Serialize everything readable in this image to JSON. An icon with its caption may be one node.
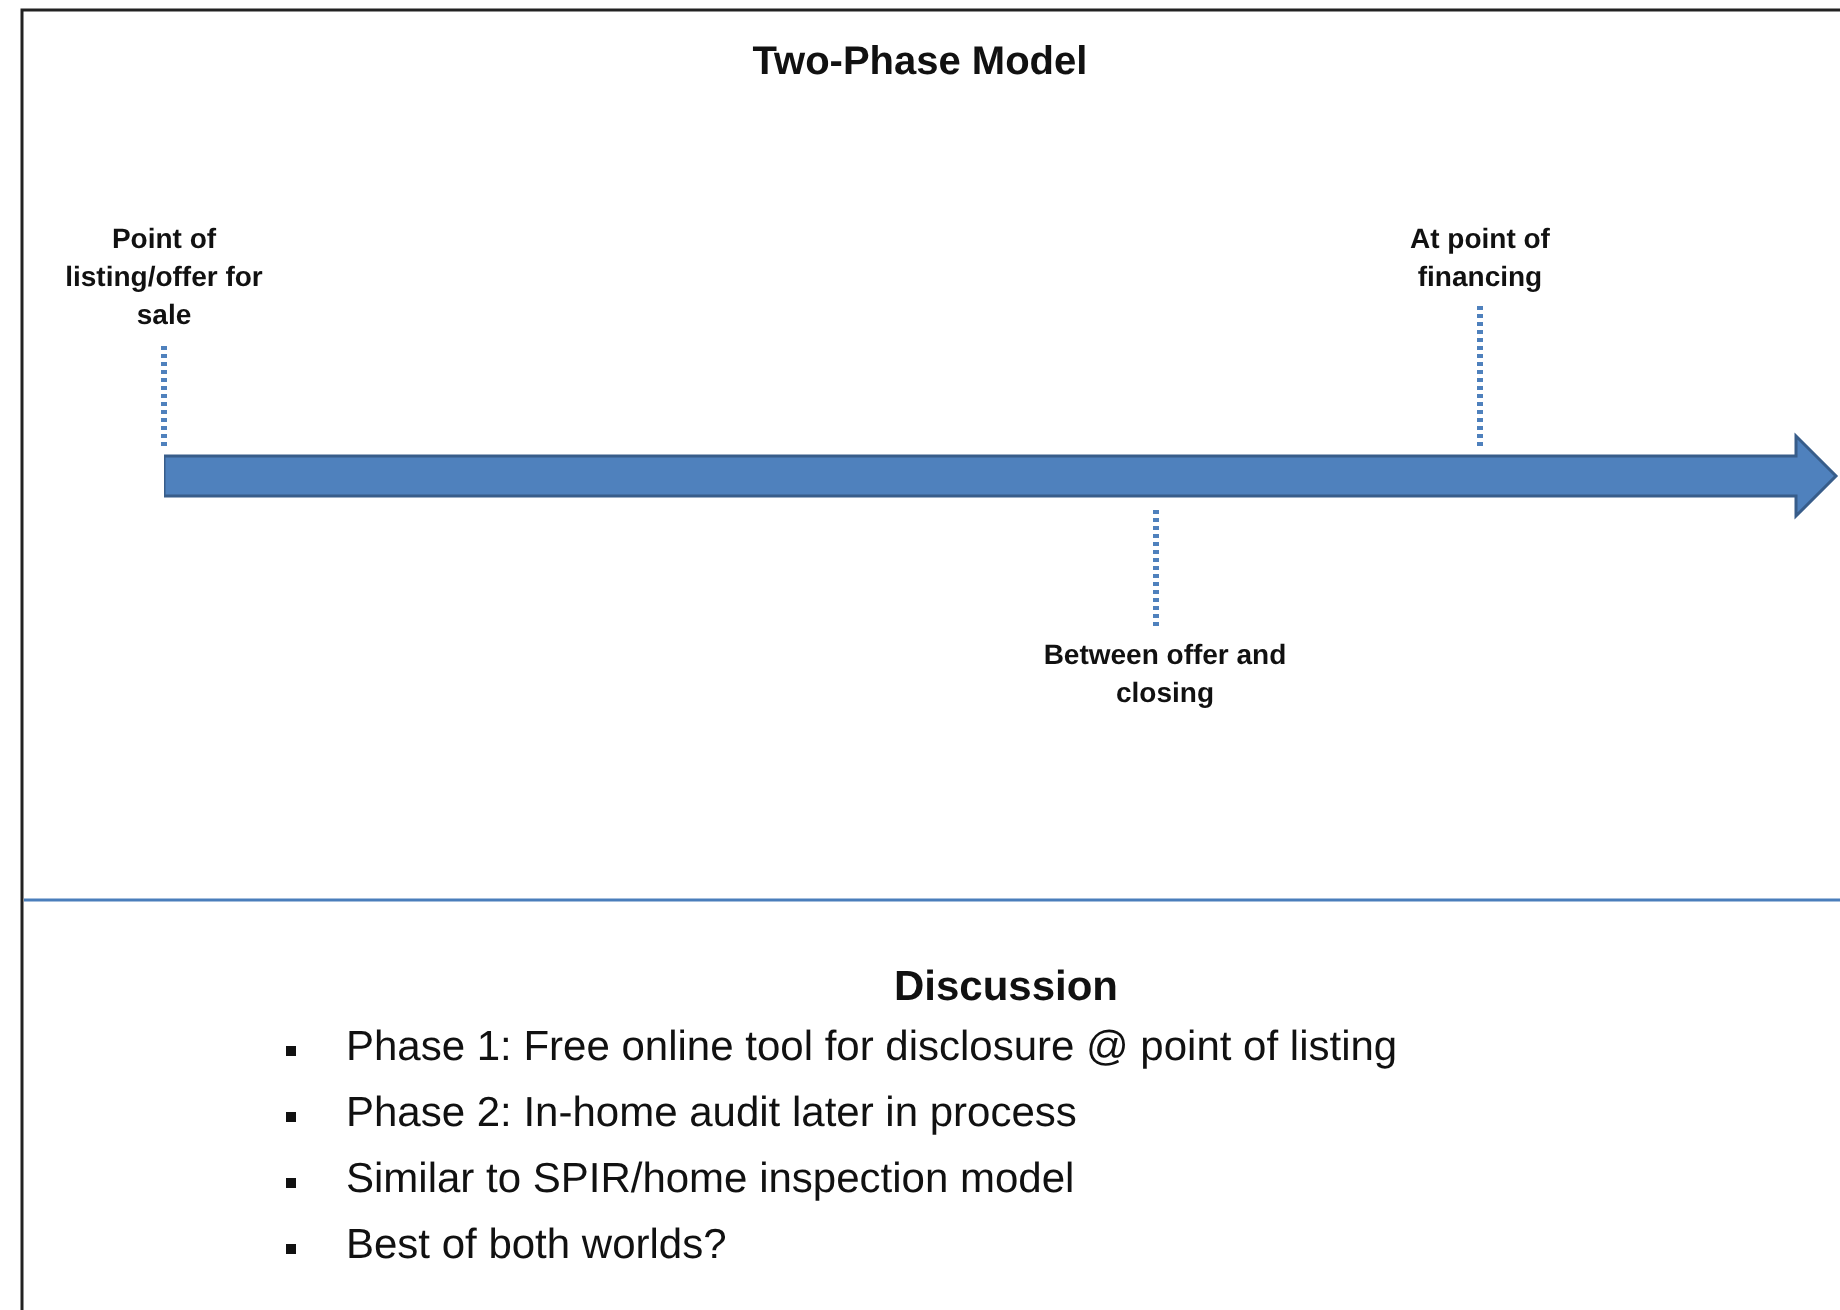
{
  "diagram": {
    "title": "Two-Phase Model",
    "nodes": [
      {
        "text": [
          "Point of listing/offer for sale"
        ]
      },
      {
        "text": [
          "At point of financing"
        ]
      },
      {
        "text": [
          "Between offer and closing"
        ]
      },
      {
        "text": [],
        "shape": "arrow"
      }
    ],
    "edges": [
      {
        "from": 0,
        "to": 3,
        "arrow": "none",
        "style": "dashed"
      },
      {
        "from": 1,
        "to": 3,
        "arrow": "none",
        "style": "dashed"
      },
      {
        "from": 2,
        "to": 3,
        "arrow": "none",
        "style": "dashed"
      }
    ],
    "labels": [
      "Discussion",
      "Phase 1: Free online tool for disclosure @ point of listing",
      "Phase 2: In-home audit later in process",
      "Similar to SPIR/home inspection model",
      "Best of both worlds?"
    ]
  }
}
